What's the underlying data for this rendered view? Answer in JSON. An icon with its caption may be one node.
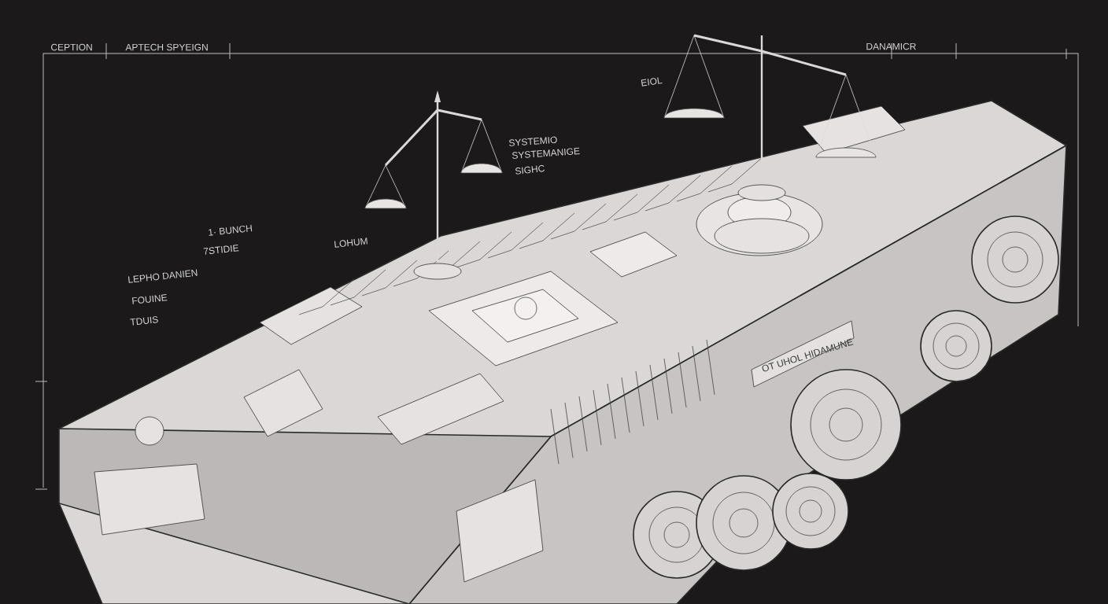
{
  "diagram": {
    "labels": [
      "CEPTION",
      "APTECH SPYEIGN",
      "DANAMICR",
      "EIOL",
      "SYSTEMIO",
      "SYSTEMANIGE",
      "SIGHC",
      "1· BUNCH",
      "7STIDIE",
      "LOHUM",
      "LEPHO DANIEN",
      "FOUINE",
      "TDUIS",
      "OT UHOL HIDAMUNE"
    ]
  }
}
